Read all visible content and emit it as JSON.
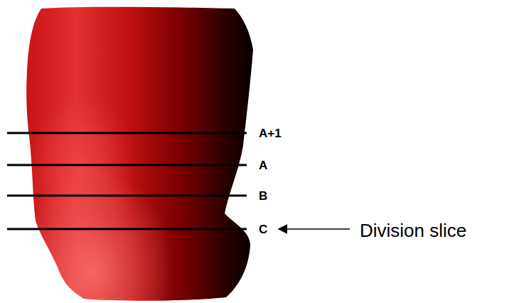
{
  "diagram": {
    "labels": [
      "A+1",
      "A",
      "B",
      "C",
      "Division slice"
    ]
  }
}
